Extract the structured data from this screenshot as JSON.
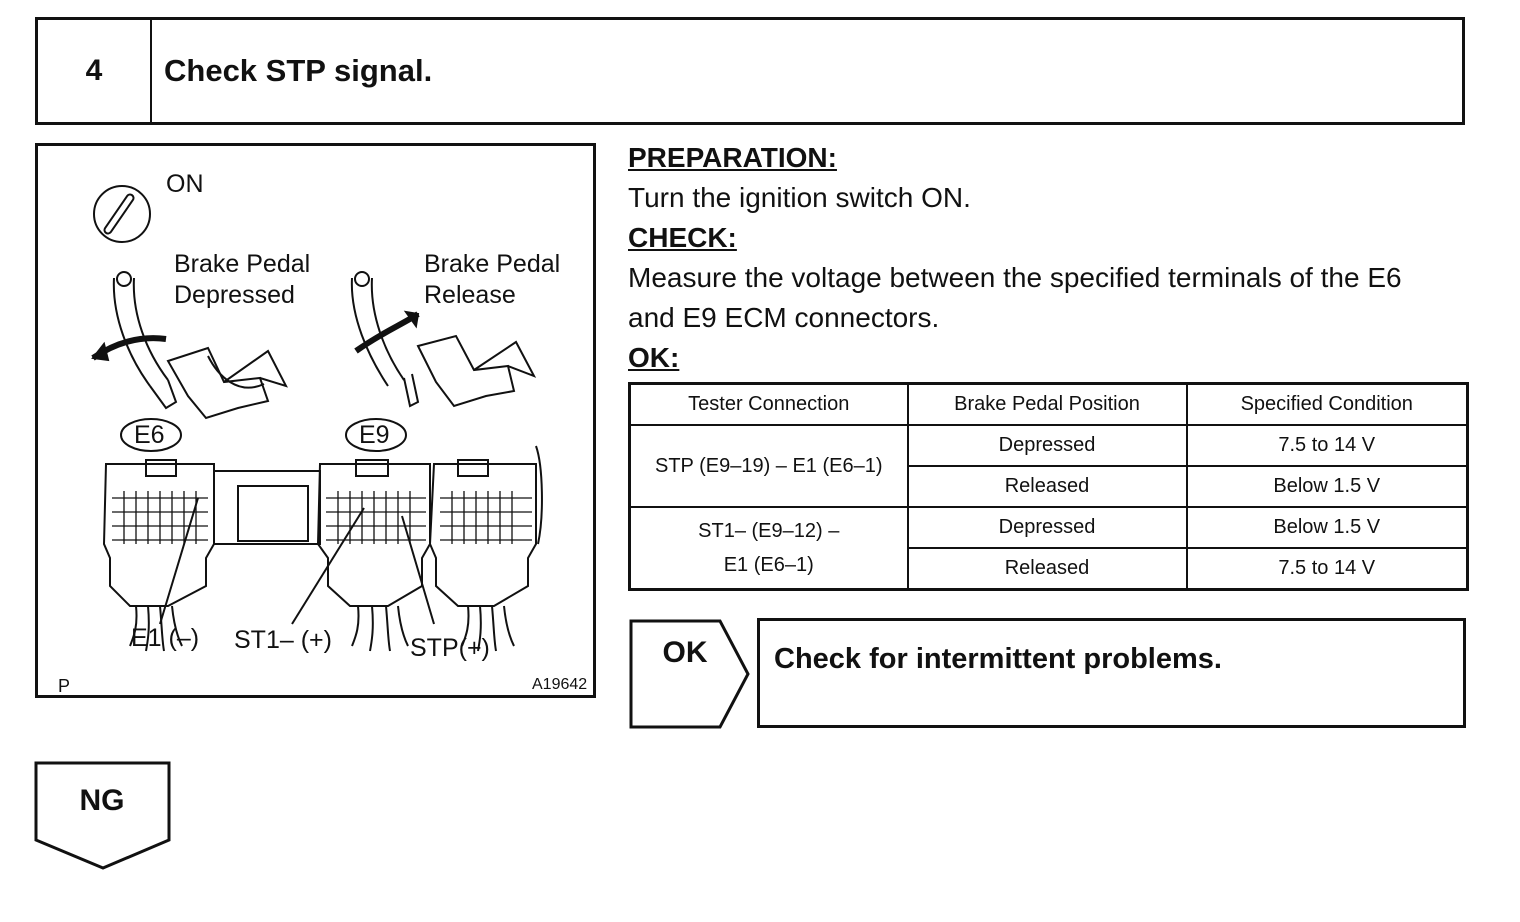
{
  "step": {
    "number": "4",
    "title": "Check STP signal."
  },
  "illustration": {
    "switch_label": "ON",
    "pedal_left_line1": "Brake Pedal",
    "pedal_left_line2": "Depressed",
    "pedal_right_line1": "Brake Pedal",
    "pedal_right_line2": "Release",
    "connector_left": "E6",
    "connector_right": "E9",
    "pin_e1": "E1 (–)",
    "pin_st1": "ST1– (+)",
    "pin_stp": "STP(+)",
    "corner_mark": "P",
    "figure_id": "A19642"
  },
  "instructions": {
    "preparation_heading": "PREPARATION:",
    "preparation_text": "Turn the ignition switch ON.",
    "check_heading": "CHECK:",
    "check_text_line1": "Measure the voltage between the specified terminals of the E6",
    "check_text_line2": "and E9 ECM connectors.",
    "ok_heading": "OK:"
  },
  "table": {
    "headers": [
      "Tester Connection",
      "Brake Pedal Position",
      "Specified Condition"
    ],
    "groups": [
      {
        "connection_line1": "STP (E9–19) – E1 (E6–1)",
        "connection_line2": "",
        "rows": [
          {
            "position": "Depressed",
            "condition": "7.5 to 14 V"
          },
          {
            "position": "Released",
            "condition": "Below 1.5 V"
          }
        ]
      },
      {
        "connection_line1": "ST1– (E9–12) –",
        "connection_line2": "E1 (E6–1)",
        "rows": [
          {
            "position": "Depressed",
            "condition": "Below 1.5 V"
          },
          {
            "position": "Released",
            "condition": "7.5 to 14 V"
          }
        ]
      }
    ]
  },
  "ok_result": {
    "label": "OK",
    "text": "Check for intermittent problems."
  },
  "ng_result": {
    "label": "NG"
  }
}
